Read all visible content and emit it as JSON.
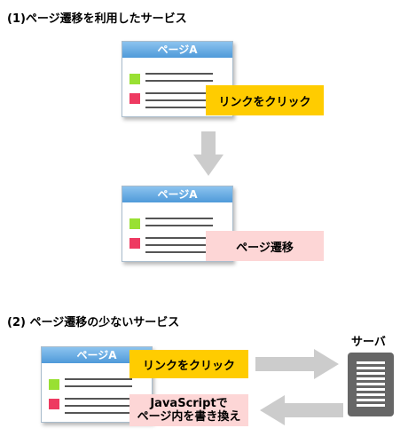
{
  "section1": {
    "heading": "(1)ページ遷移を利用したサービス"
  },
  "section2": {
    "heading": "(2) ページ遷移の少ないサービス"
  },
  "page_title": "ページA",
  "callouts": {
    "click_link": "リンクをクリック",
    "page_transition": "ページ遷移",
    "js_rewrite_line1": "JavaScriptで",
    "js_rewrite_line2": "ページ内を書き換え"
  },
  "server_label": "サーバ",
  "colors": {
    "title_bar": "#6fb0e6",
    "yellow": "#ffcc00",
    "light_pink": "#fdd6d6",
    "green": "#99e033",
    "pink": "#ee3a61",
    "arrow_gray": "#cccccc",
    "server": "#666666"
  }
}
